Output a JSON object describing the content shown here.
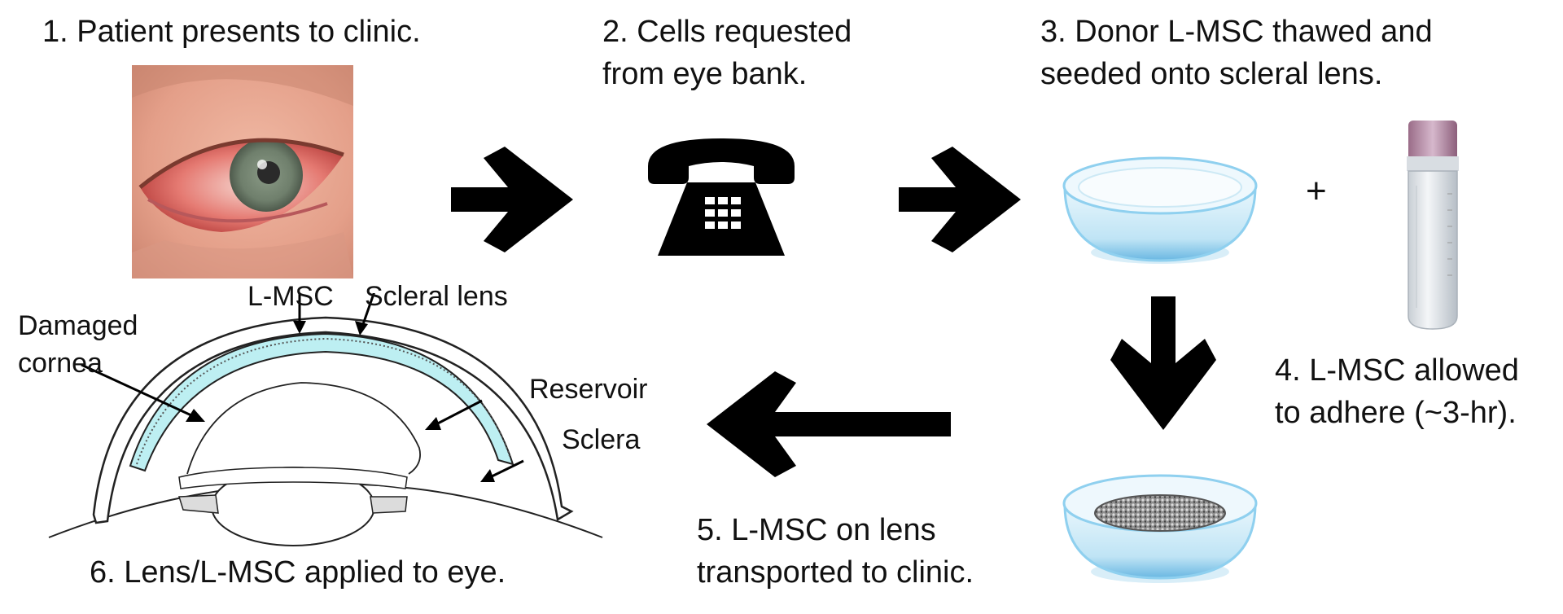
{
  "steps": {
    "step1": "1. Patient presents to clinic.",
    "step2_line1": "2. Cells requested",
    "step2_line2": "from eye bank.",
    "step3_line1": "3. Donor L-MSC thawed and",
    "step3_line2": "seeded onto scleral lens.",
    "step4_line1": "4. L-MSC allowed",
    "step4_line2": "to adhere (~3-hr).",
    "step5_line1": "5. L-MSC on lens",
    "step5_line2": "transported to clinic.",
    "step6": "6. Lens/L-MSC applied to eye."
  },
  "eye_diagram_labels": {
    "lmsc": "L-MSC",
    "scleral_lens": "Scleral lens",
    "damaged_line1": "Damaged",
    "damaged_line2": "cornea",
    "reservoir": "Reservoir",
    "sclera": "Sclera"
  },
  "plus_sign": "+",
  "icons": [
    "red-eye-photo-icon",
    "telephone-icon",
    "contact-lens-icon",
    "cryovial-icon",
    "seeded-lens-icon",
    "arrow-right-icon",
    "arrow-down-icon",
    "arrow-left-icon"
  ],
  "colors": {
    "reservoir_fill": "#bdeff2",
    "lens_blue": "#8fd0ef",
    "arrow": "#000000"
  }
}
